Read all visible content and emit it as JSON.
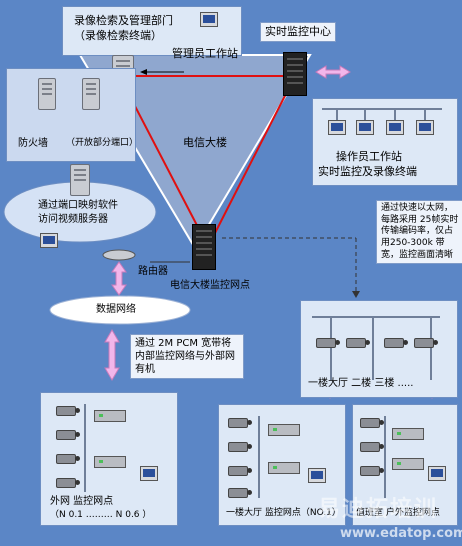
{
  "labels": {
    "dept_line1": "录像检索及管理部门",
    "dept_line2": "（录像检索终端）",
    "admin_ws": "管理员工作站",
    "monitor_center": "实时监控中心",
    "building": "电信大楼",
    "firewall": "防火墙",
    "open_port": "（开放部分端口）",
    "mapping_line1": "通过端口映射软件",
    "mapping_line2": "访问视频服务器",
    "router": "路由器",
    "building_node": "电信大楼监控网点",
    "data_network": "数据网络",
    "operator_line1": "操作员工作站",
    "operator_line2": "实时监控及录像终端",
    "ethernet_note": "通过快速以太网，每路采用 25帧实时传输编码率，仅占用250-300k 带宽，监控画面清晰",
    "pcm_note": "通过 2M PCM 宽带将内部监控网络与外部网有机",
    "floors": "一楼大厅  二楼    三楼    .....",
    "ext_node_line1": "外网    监控网点",
    "ext_node_line2": "（N 0.1 ……… N 0.6 ）",
    "lobby_node": "一楼大厅  监控网点（NO.1）",
    "duty_node": "值班室 户外监控网点",
    "watermark_line1": "易迪拓培训",
    "watermark_line2": "www.edatop.com"
  },
  "colors": {
    "background": "#5b86c6",
    "triangle_fill": "#8fa7cf",
    "triangle_edge": "#e01010",
    "arrow": "#f2b6ea",
    "panel": "#dde8f6"
  }
}
